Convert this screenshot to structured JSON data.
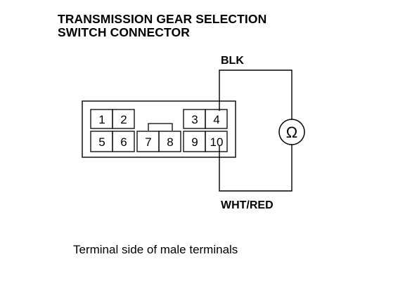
{
  "title": {
    "line1": "TRANSMISSION GEAR SELECTION",
    "line2": "SWITCH CONNECTOR"
  },
  "wires": {
    "top": "BLK",
    "bottom": "WHT/RED"
  },
  "meter": {
    "symbol": "Ω",
    "icon": "ohmmeter-icon"
  },
  "terminals": [
    "1",
    "2",
    "3",
    "4",
    "5",
    "6",
    "7",
    "8",
    "9",
    "10"
  ],
  "caption": "Terminal side of male terminals"
}
